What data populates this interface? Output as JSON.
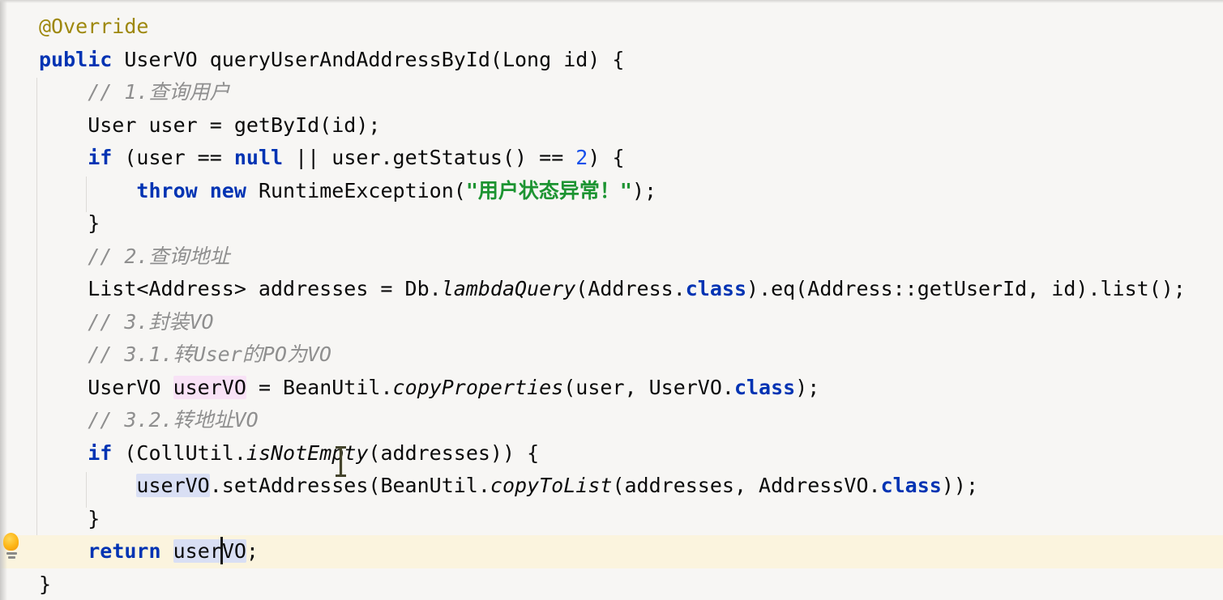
{
  "editor": {
    "language": "java",
    "background_color": "#f7f6f4",
    "current_line_color": "#fbf4de",
    "caret_color": "#151515",
    "token_colors": {
      "plain": "#0a0a0a",
      "keyword": "#0033b3",
      "number": "#1750eb",
      "string": "#1d9432",
      "annotation": "#9e880d",
      "comment": "#8f8f8f",
      "usage_highlight_read": "#d9dff4",
      "usage_highlight_write": "#f8e2f6"
    },
    "gutter": {
      "lightbulb_icon": "lightbulb-icon",
      "lightbulb_line_index": 16
    },
    "cursor": {
      "type": "ibeam",
      "over_text": "isNotEmpty"
    },
    "lines": [
      {
        "segments": [
          {
            "text": "@Override",
            "style": "annotation"
          }
        ]
      },
      {
        "segments": [
          {
            "text": "public",
            "style": "keyword"
          },
          {
            "text": " UserVO queryUserAndAddressById(Long id) {",
            "style": "plain"
          }
        ]
      },
      {
        "segments": [
          {
            "text": "    ",
            "style": "plain"
          },
          {
            "text": "// 1.查询用户",
            "style": "comment"
          }
        ]
      },
      {
        "segments": [
          {
            "text": "    User user = getById(id);",
            "style": "plain"
          }
        ]
      },
      {
        "segments": [
          {
            "text": "    ",
            "style": "plain"
          },
          {
            "text": "if",
            "style": "keyword"
          },
          {
            "text": " (user == ",
            "style": "plain"
          },
          {
            "text": "null",
            "style": "keyword"
          },
          {
            "text": " || user.getStatus() == ",
            "style": "plain"
          },
          {
            "text": "2",
            "style": "number"
          },
          {
            "text": ") {",
            "style": "plain"
          }
        ]
      },
      {
        "segments": [
          {
            "text": "        ",
            "style": "plain"
          },
          {
            "text": "throw",
            "style": "keyword"
          },
          {
            "text": " ",
            "style": "plain"
          },
          {
            "text": "new",
            "style": "keyword"
          },
          {
            "text": " RuntimeException(",
            "style": "plain"
          },
          {
            "text": "\"用户状态异常！\"",
            "style": "string"
          },
          {
            "text": ");",
            "style": "plain"
          }
        ]
      },
      {
        "segments": [
          {
            "text": "    }",
            "style": "plain"
          }
        ]
      },
      {
        "segments": [
          {
            "text": "    ",
            "style": "plain"
          },
          {
            "text": "// 2.查询地址",
            "style": "comment"
          }
        ]
      },
      {
        "segments": [
          {
            "text": "    List<Address> addresses = Db.",
            "style": "plain"
          },
          {
            "text": "lambdaQuery",
            "style": "smethod"
          },
          {
            "text": "(Address.",
            "style": "plain"
          },
          {
            "text": "class",
            "style": "keyword"
          },
          {
            "text": ").eq(Address::getUserId, id).list();",
            "style": "plain"
          }
        ]
      },
      {
        "segments": [
          {
            "text": "    ",
            "style": "plain"
          },
          {
            "text": "// 3.封装VO",
            "style": "comment"
          }
        ]
      },
      {
        "segments": [
          {
            "text": "    ",
            "style": "plain"
          },
          {
            "text": "// 3.1.转User的PO为VO",
            "style": "comment"
          }
        ]
      },
      {
        "segments": [
          {
            "text": "    UserVO ",
            "style": "plain"
          },
          {
            "text": "userVO",
            "style": "hl-pink"
          },
          {
            "text": " = BeanUtil.",
            "style": "plain"
          },
          {
            "text": "copyProperties",
            "style": "smethod"
          },
          {
            "text": "(user, UserVO.",
            "style": "plain"
          },
          {
            "text": "class",
            "style": "keyword"
          },
          {
            "text": ");",
            "style": "plain"
          }
        ]
      },
      {
        "segments": [
          {
            "text": "    ",
            "style": "plain"
          },
          {
            "text": "// 3.2.转地址VO",
            "style": "comment"
          }
        ]
      },
      {
        "segments": [
          {
            "text": "    ",
            "style": "plain"
          },
          {
            "text": "if",
            "style": "keyword"
          },
          {
            "text": " (CollUtil.",
            "style": "plain"
          },
          {
            "text": "isNotEmpty",
            "style": "smethod"
          },
          {
            "text": "(addresses)) {",
            "style": "plain"
          }
        ]
      },
      {
        "segments": [
          {
            "text": "        ",
            "style": "plain"
          },
          {
            "text": "userVO",
            "style": "hl-lav"
          },
          {
            "text": ".setAddresses(BeanUtil.",
            "style": "plain"
          },
          {
            "text": "copyToList",
            "style": "smethod"
          },
          {
            "text": "(addresses, AddressVO.",
            "style": "plain"
          },
          {
            "text": "class",
            "style": "keyword"
          },
          {
            "text": "));",
            "style": "plain"
          }
        ]
      },
      {
        "segments": [
          {
            "text": "    }",
            "style": "plain"
          }
        ]
      },
      {
        "current": true,
        "segments": [
          {
            "text": "    ",
            "style": "plain"
          },
          {
            "text": "return",
            "style": "keyword"
          },
          {
            "text": " ",
            "style": "plain"
          },
          {
            "text": "user",
            "style": "hl-lav"
          },
          {
            "style": "caret"
          },
          {
            "text": "VO",
            "style": "hl-lav"
          },
          {
            "text": ";",
            "style": "plain"
          }
        ]
      },
      {
        "segments": [
          {
            "text": "}",
            "style": "plain"
          }
        ]
      }
    ]
  }
}
